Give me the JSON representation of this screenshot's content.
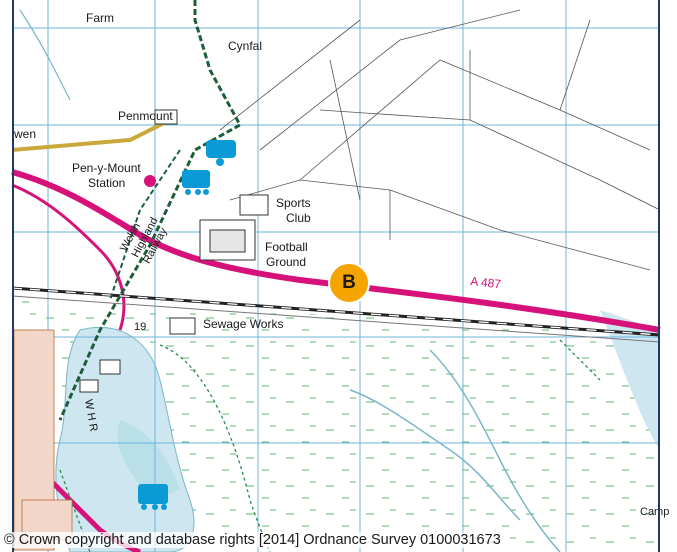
{
  "map": {
    "copyright": "© Crown copyright and database rights [2014] Ordnance Survey 0100031673",
    "marker_label": "B",
    "labels": {
      "farm": "Farm",
      "cynfal": "Cynfal",
      "penmount": "Penmount",
      "station_line1": "Pen-y-Mount",
      "station_line2": "Station",
      "wen": "wen",
      "railway_line1": "Welsh",
      "railway_line2": "Highland",
      "railway_line3": "Railway",
      "sports_line1": "Sports",
      "sports_line2": "Club",
      "football_line1": "Football",
      "football_line2": "Ground",
      "road": "A 487",
      "sewage": "Sewage Works",
      "spot_height": "19",
      "whr": "W H R",
      "camp": "Camp"
    },
    "colors": {
      "road": "#d6127a",
      "water": "#cde6ef",
      "grid": "#6fb6df",
      "railway": "#222222",
      "footpath": "#2a8a4a",
      "marker": "#f5a400",
      "symbols": "#0a9bd6"
    },
    "icons": [
      "caravan-site-icon",
      "steam-train-icon",
      "station-icon"
    ]
  }
}
